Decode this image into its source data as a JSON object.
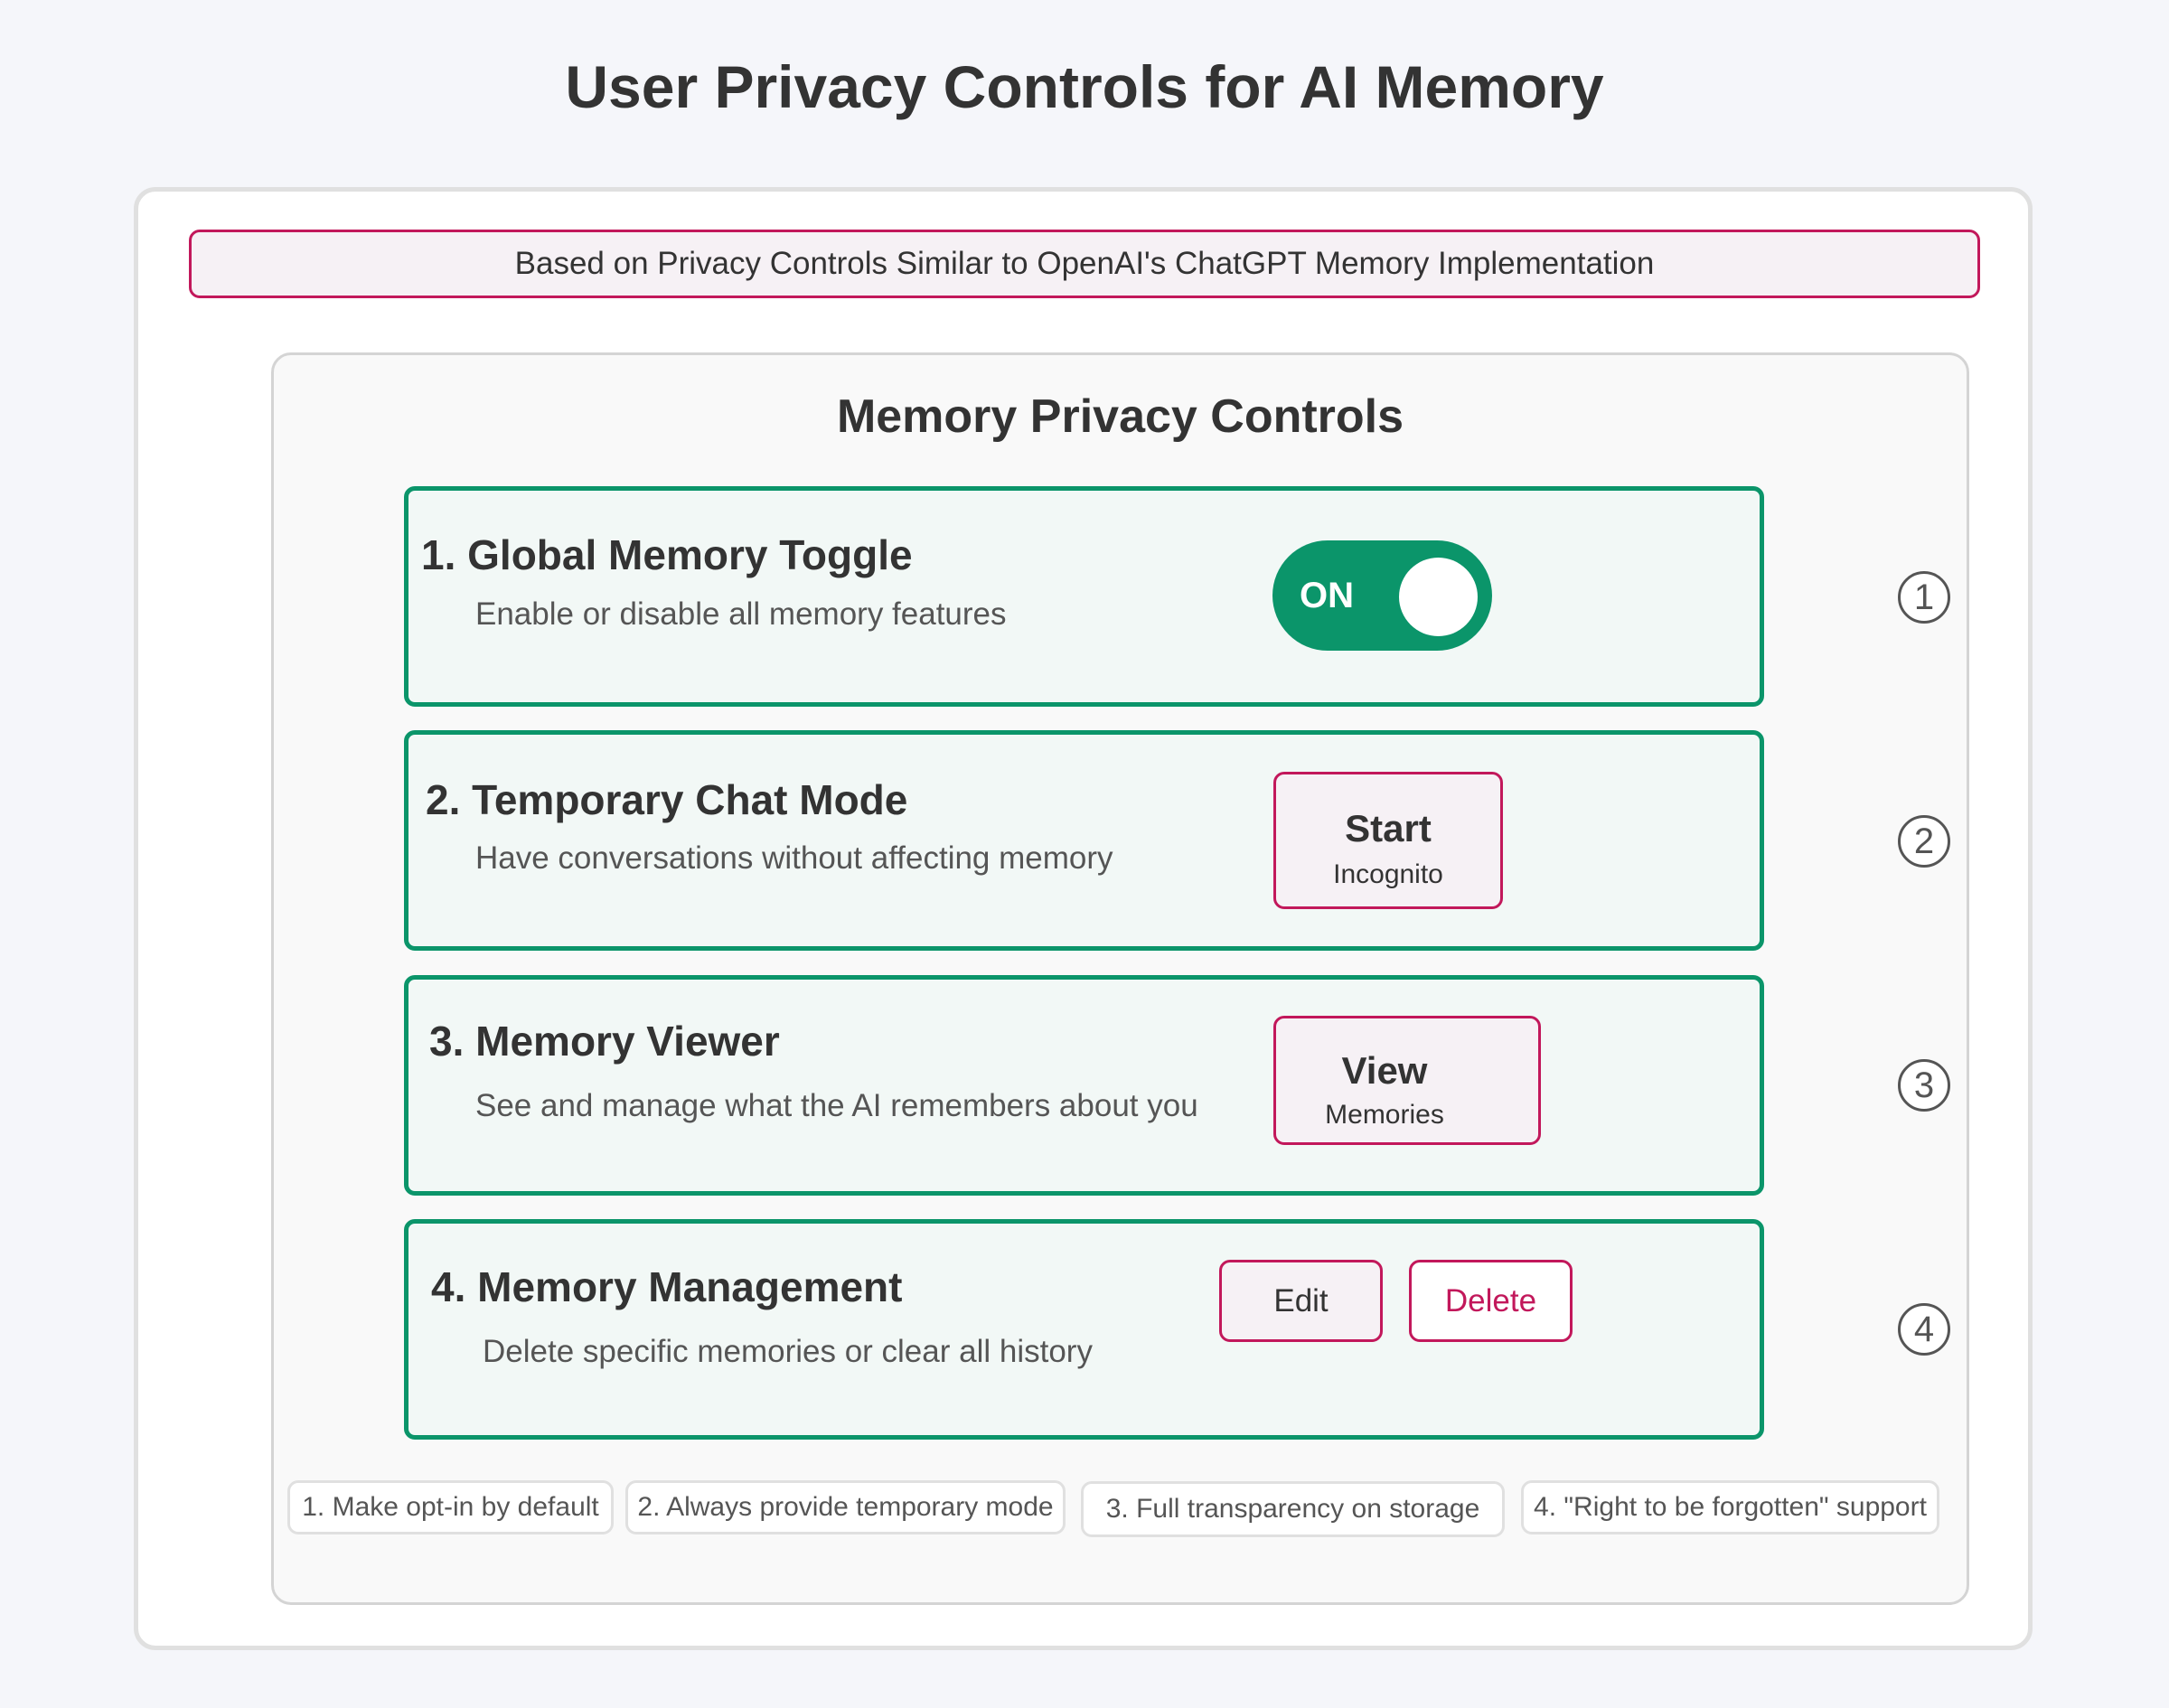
{
  "header": {
    "title": "User Privacy Controls for AI Memory"
  },
  "banner": {
    "text": "Based on Privacy Controls Similar to OpenAI's ChatGPT Memory Implementation"
  },
  "panel": {
    "title": "Memory Privacy Controls",
    "controls": [
      {
        "number": "1",
        "title": "1. Global Memory Toggle",
        "description": "Enable or disable all memory features",
        "toggle": {
          "label": "ON",
          "state": "on"
        }
      },
      {
        "number": "2",
        "title": "2. Temporary Chat Mode",
        "description": "Have conversations without affecting memory",
        "button": {
          "main": "Start",
          "sub": "Incognito"
        }
      },
      {
        "number": "3",
        "title": "3. Memory Viewer",
        "description": "See and manage what the AI remembers about you",
        "button": {
          "main": "View",
          "sub": "Memories"
        }
      },
      {
        "number": "4",
        "title": "4. Memory Management",
        "description": "Delete specific memories or clear all history",
        "buttons": [
          {
            "label": "Edit"
          },
          {
            "label": "Delete"
          }
        ]
      }
    ],
    "notes": [
      "1. Make opt-in by default",
      "2. Always provide temporary mode",
      "3. Full transparency on storage",
      "4. \"Right to be forgotten\" support"
    ]
  },
  "colors": {
    "accent_green": "#0b956a",
    "accent_magenta": "#c2185b",
    "card_bg": "#f2f8f6",
    "button_bg": "#f6f1f5",
    "page_bg": "#f5f6fa"
  }
}
